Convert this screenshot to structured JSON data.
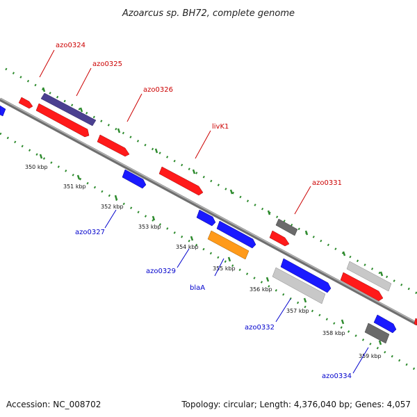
{
  "title": "Azoarcus sp. BH72, complete genome",
  "footer": {
    "accession": "Accession: NC_008702",
    "stats": "Topology: circular; Length: 4,376,040 bp; Genes: 4,057"
  },
  "colors": {
    "forward_label": "#cc0000",
    "reverse_label": "#0000cc",
    "backbone": "#8a8a8a",
    "dotted_ring": "#2e8b2e",
    "red": "#ff1a1a",
    "blue": "#1a1aff",
    "purple": "#4a4090",
    "gray": "#707070",
    "lightgray": "#c8c8c8",
    "orange": "#ff9a1a"
  },
  "kbp_labels": [
    "350 kbp",
    "351 kbp",
    "352 kbp",
    "353 kbp",
    "354 kbp",
    "355 kbp",
    "356 kbp",
    "357 kbp",
    "358 kbp",
    "359 kbp"
  ],
  "genes_forward": [
    {
      "label": "azo0324"
    },
    {
      "label": "azo0325"
    },
    {
      "label": "azo0326"
    },
    {
      "label": "livK1"
    },
    {
      "label": "azo0331"
    }
  ],
  "genes_reverse": [
    {
      "label": "azo0327"
    },
    {
      "label": "azo0329"
    },
    {
      "label": "blaA"
    },
    {
      "label": "azo0332"
    },
    {
      "label": "azo0334"
    }
  ]
}
